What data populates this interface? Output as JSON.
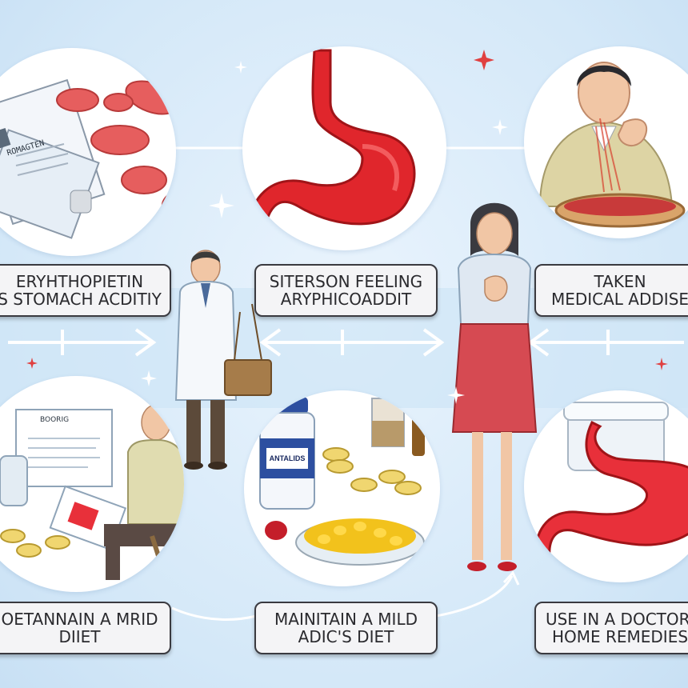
{
  "labels": {
    "top_left": {
      "line1": "ERYHTHOPIETIN",
      "line2": "S STOMACH ACDITIY"
    },
    "top_middle": {
      "line1": "SITERSON FEELING",
      "line2": "ARYPHICOADDIT"
    },
    "top_right": {
      "line1": "TAKEN",
      "line2": "MEDICAL ADDISE"
    },
    "bottom_left": {
      "line1": "OETANNAIN A MRID",
      "line2": "DIIET"
    },
    "bottom_middle": {
      "line1": "MAINITAIN A MILD",
      "line2": "ADIC'S DIET"
    },
    "bottom_right": {
      "line1": "USE IN A DOCTOR'",
      "line2": "HOME REMEDIES"
    }
  },
  "illustrations": {
    "paper_heading": "ROMAGTEN",
    "notice_heading": "BOORIG",
    "antacid_jar_label": "ANTALIDS"
  },
  "colors": {
    "background": "#d4e8f8",
    "stomach_red": "#e0262c",
    "pill_red": "#e85a5a",
    "label_border": "#3a3a40",
    "arrow_white": "#ffffff"
  }
}
